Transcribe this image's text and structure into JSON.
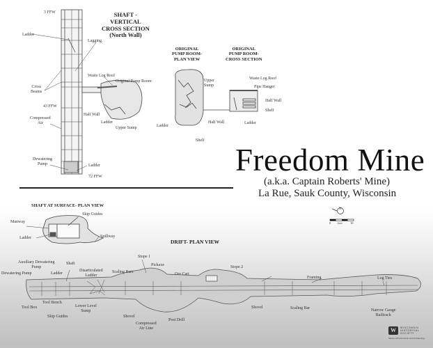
{
  "title": {
    "main": "Freedom Mine",
    "aka": "(a.k.a. Captain Roberts' Mine)",
    "location": "La Rue, Sauk County, Wisconsin"
  },
  "shaft_vertical": {
    "heading": [
      "SHAFT -",
      "VERTICAL",
      "CROSS SECTION",
      "(North Wall)"
    ],
    "labels": {
      "top_depth": "3 FFW",
      "ladder_top": "Ladder",
      "lagging": "Lagging",
      "cross_beams": [
        "Cross",
        "Beams"
      ],
      "waste_log_roof": "Waste Log Roof",
      "original_pump_room": "Original Pump Room",
      "mid_depth": "43 FFW",
      "half_wall": "Half Wall",
      "ladder_mid": "Ladder",
      "upper_sump": "Upper Sump",
      "compressed_air": [
        "Compressed",
        "Air"
      ],
      "dewatering_pump": [
        "Dewatering",
        "Pump"
      ],
      "ladder_bottom": "Ladder",
      "bottom_depth": "72 FFW"
    }
  },
  "pump_room_plan": {
    "heading": [
      "ORIGINAL",
      "PUMP ROOM-",
      "PLAN VIEW"
    ],
    "labels": {
      "upper_sump": [
        "Upper",
        "Sump"
      ],
      "ladder": "Ladder",
      "half_wall": "Half Wall",
      "shelf": "Shelf"
    }
  },
  "pump_room_cross": {
    "heading": [
      "ORIGINAL",
      "PUMP ROOM-",
      "CROSS SECTION"
    ],
    "labels": {
      "waste_log_roof": "Waste Log Roof",
      "pipe_hanger": "Pipe Hanger",
      "half_wall": "Half Wall",
      "shelf": "Shelf",
      "ladder": "Ladder"
    }
  },
  "shaft_surface": {
    "heading": "SHAFT AT SURFACE- PLAN VIEW",
    "labels": {
      "manway": "Manway",
      "skip_guides": "Skip Guides",
      "ladder": "Ladder",
      "spillway": "Spillway"
    }
  },
  "drift_plan": {
    "heading": "DRIFT- PLAN VIEW",
    "labels": {
      "auxiliary_dewatering_pump": [
        "Auxiliary Dewatering",
        "Pump"
      ],
      "shaft": "Shaft",
      "dewatering_pump": "Dewatering Pump",
      "ladder": "Ladder",
      "disarticulated_ladder": [
        "Disarticulated",
        "Ladder"
      ],
      "scaling_bars": "Scaling Bars",
      "stope_1": "Stope 1",
      "pickaxe": "Pickaxe",
      "ore_cart": "Ore Cart",
      "stope_2": "Stope 2",
      "framing": "Framing",
      "log_ties": "Log Ties",
      "tool_box": "Tool Box",
      "tool_bench": "Tool Bench",
      "skip_guides": "Skip Guides",
      "lower_level_sump": [
        "Lower Level",
        "Sump"
      ],
      "shovel_1": "Shovel",
      "compressed_air_line": [
        "Compressed",
        "Air Line"
      ],
      "post_drill": "Post Drill",
      "shovel_2": "Shovel",
      "scaling_bar": "Scaling Bar",
      "narrow_gauge_railtrack": [
        "Narrow Gauge",
        "Railtrack"
      ]
    }
  },
  "north_arrow": {
    "label": "N"
  },
  "scale_bar": {
    "start": "0",
    "unit": "feet",
    "end": "10"
  },
  "logo": {
    "lines": [
      "WISCONSIN",
      "HISTORICAL",
      "SOCIETY"
    ],
    "tagline": "Museum/Preservation and Archaeology"
  },
  "colors": {
    "ink": "#222222",
    "line": "#444444",
    "fill_rock": "#dcdcdc",
    "bg_gray": "#bfbfbf"
  }
}
